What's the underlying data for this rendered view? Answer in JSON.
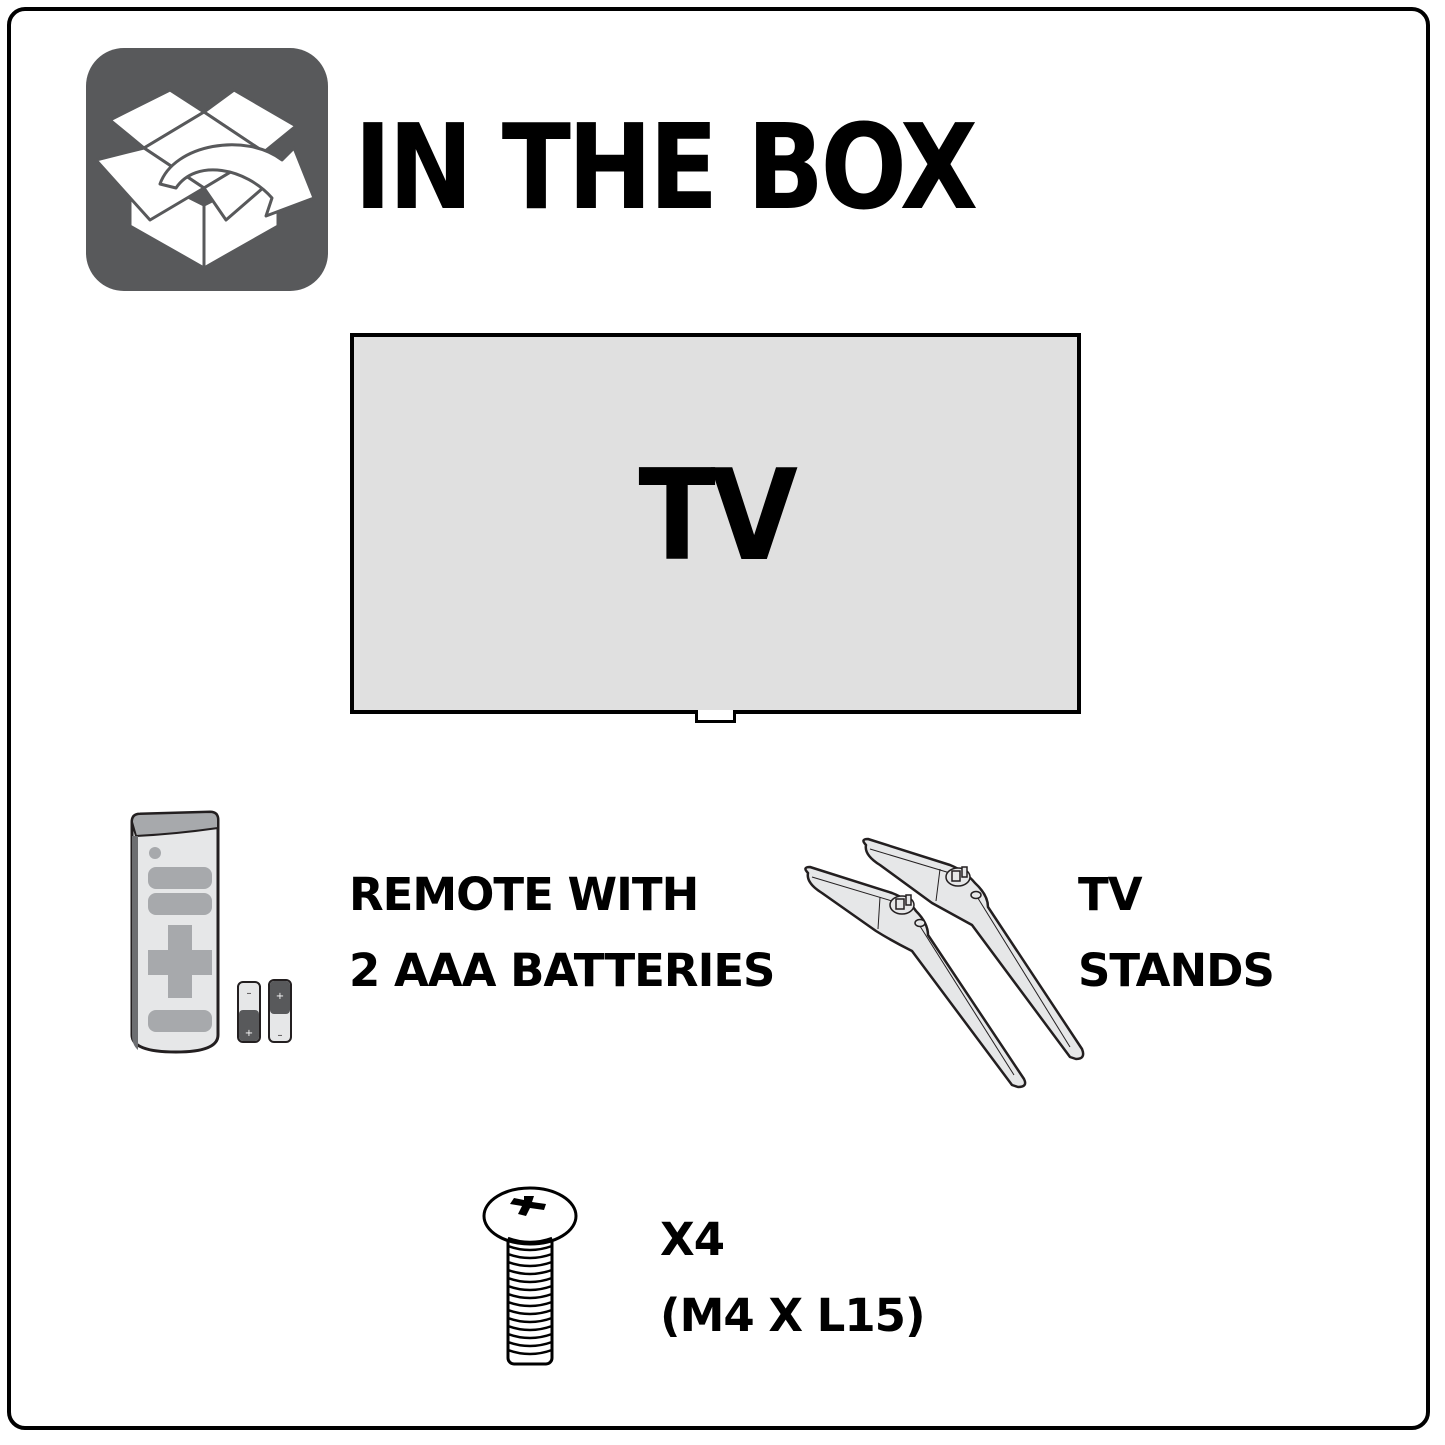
{
  "header": {
    "title": "IN THE BOX",
    "icon": "open-box-icon",
    "icon_bg_color": "#58595b"
  },
  "tv": {
    "label": "TV",
    "screen_color": "#e0e0e0",
    "icon": "tv-icon"
  },
  "items": [
    {
      "id": "remote",
      "icon": "remote-with-batteries-icon",
      "label_lines": [
        "REMOTE WITH",
        "2 AAA BATTERIES"
      ]
    },
    {
      "id": "stands",
      "icon": "tv-stands-icon",
      "label_lines": [
        "TV",
        "STANDS"
      ]
    },
    {
      "id": "screws",
      "icon": "screw-icon",
      "label_lines": [
        "X4",
        "(M4 X L15)"
      ]
    }
  ],
  "colors": {
    "frame": "#000000",
    "text": "#000000",
    "illustration_fill": "#e6e7e8",
    "illustration_dark": "#58595b",
    "remote_button": "#a7a9ac"
  }
}
